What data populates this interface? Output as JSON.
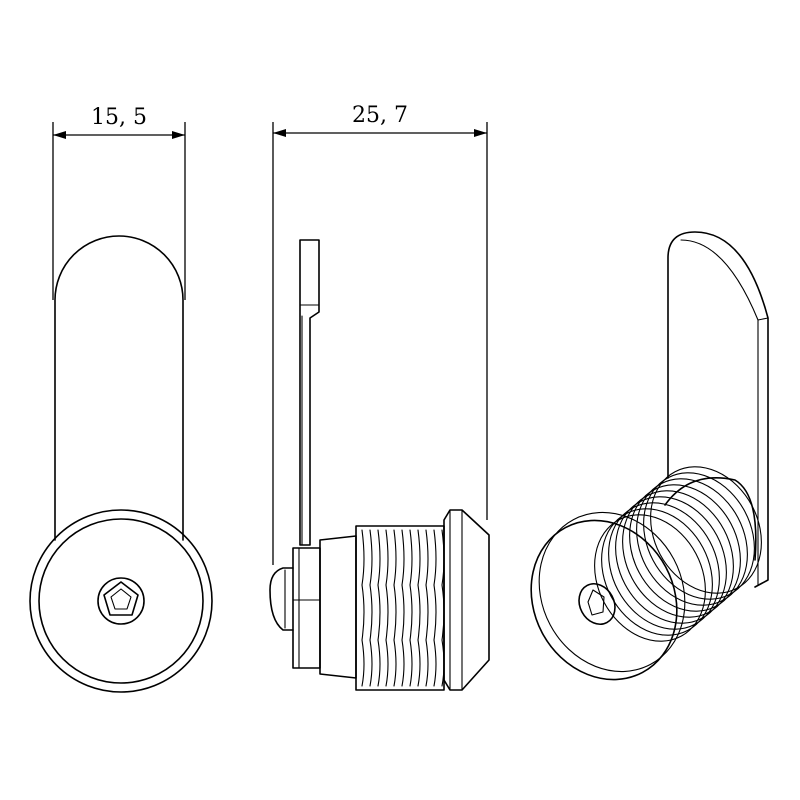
{
  "dimensions": {
    "width_label": "15, 5",
    "length_label": "25, 7"
  },
  "colors": {
    "line": "#000000",
    "background": "#ffffff"
  },
  "views": [
    "front-view",
    "side-view",
    "isometric-view"
  ],
  "icons": {
    "key_socket": "pentagon-key-icon"
  }
}
